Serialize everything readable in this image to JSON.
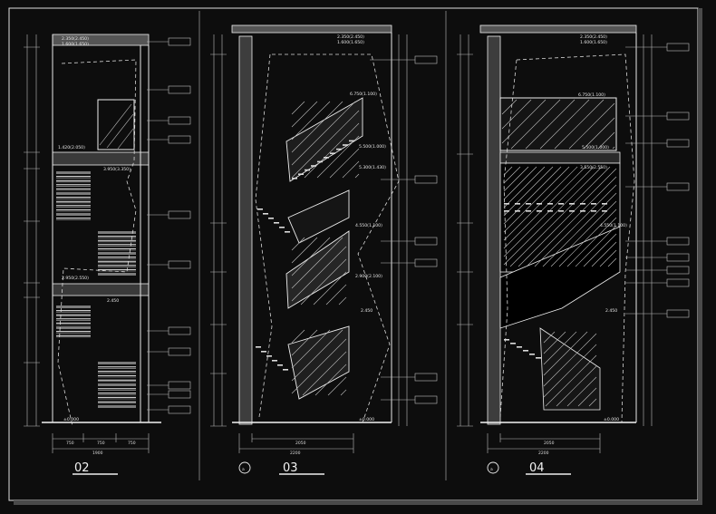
{
  "drawing": {
    "sections": [
      {
        "id": "02",
        "title": "02",
        "axis_bubble": "",
        "top_labels": [
          "2.350(2.450)",
          "1.600(1.650)"
        ],
        "mid_labels": [
          "1.420(2.050)",
          "3.950(3.350)"
        ],
        "low_labels": [
          "2.950(2.550)",
          "2.450"
        ],
        "bottom_level": "±0.000",
        "width_dims": [
          "750",
          "750",
          "750"
        ],
        "total_width": "1900"
      },
      {
        "id": "03",
        "title": "03",
        "axis_bubble": "a",
        "top_labels": [
          "2.350(2.450)",
          "1.600(1.650)"
        ],
        "mid_labels": [
          "6.750(1.100)",
          "5.500(1.000)",
          "5.300(1.430)",
          "4.550(1.100)"
        ],
        "low_labels": [
          "2.900(2.100)",
          "2.450"
        ],
        "bottom_level": "±0.000",
        "width_dims": [
          "2050"
        ],
        "total_width": "2200"
      },
      {
        "id": "04",
        "title": "04",
        "axis_bubble": "a",
        "top_labels": [
          "2.350(2.450)",
          "1.600(1.650)"
        ],
        "mid_labels": [
          "6.750(1.100)",
          "5.500(1.000)",
          "3.550(2.550)",
          "4.550(1.100)"
        ],
        "low_labels": [
          "2.450"
        ],
        "bottom_level": "±0.000",
        "width_dims": [
          "2050"
        ],
        "total_width": "2200"
      }
    ]
  }
}
